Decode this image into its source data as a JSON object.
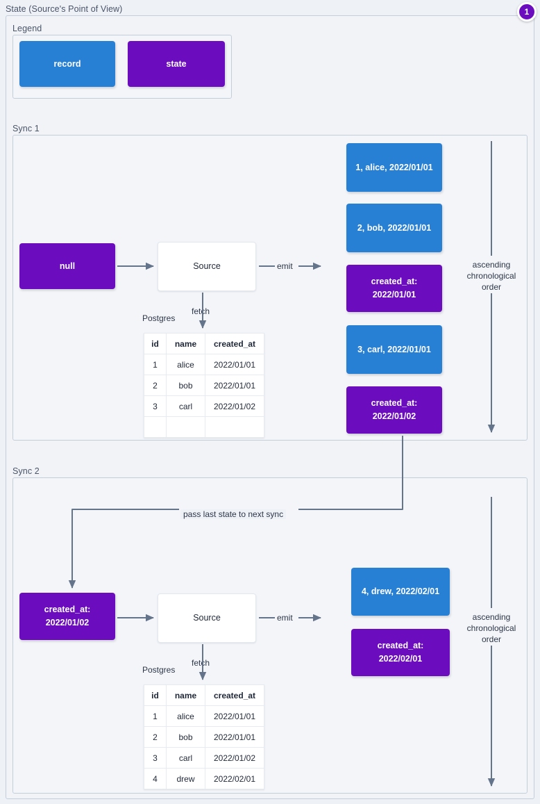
{
  "diagram": {
    "title": "State (Source's Point of View)",
    "badge": "1"
  },
  "legend": {
    "label": "Legend",
    "items": [
      {
        "label": "record",
        "kind": "record",
        "color": "#2880d5"
      },
      {
        "label": "state",
        "kind": "state",
        "color": "#6b0dbf"
      }
    ]
  },
  "sync1": {
    "label": "Sync 1",
    "input_state": "null",
    "source_label": "Source",
    "fetch_label": "fetch",
    "emit_label": "emit",
    "db_label": "Postgres",
    "order_note": "ascending chronological order",
    "table": {
      "columns": [
        "id",
        "name",
        "created_at"
      ],
      "rows": [
        [
          "1",
          "alice",
          "2022/01/01"
        ],
        [
          "2",
          "bob",
          "2022/01/01"
        ],
        [
          "3",
          "carl",
          "2022/01/02"
        ],
        [
          "",
          "",
          ""
        ]
      ]
    },
    "emitted": [
      {
        "kind": "record",
        "text": "1, alice, 2022/01/01"
      },
      {
        "kind": "record",
        "text": "2, bob, 2022/01/01"
      },
      {
        "kind": "state",
        "line1": "created_at:",
        "line2": "2022/01/01"
      },
      {
        "kind": "record",
        "text": "3, carl, 2022/01/01"
      },
      {
        "kind": "state",
        "line1": "created_at:",
        "line2": "2022/01/02"
      }
    ]
  },
  "sync2": {
    "label": "Sync 2",
    "pass_state_label": "pass last state to next sync",
    "input_state_line1": "created_at:",
    "input_state_line2": "2022/01/02",
    "source_label": "Source",
    "fetch_label": "fetch",
    "emit_label": "emit",
    "db_label": "Postgres",
    "order_note": "ascending chronological order",
    "table": {
      "columns": [
        "id",
        "name",
        "created_at"
      ],
      "rows": [
        [
          "1",
          "alice",
          "2022/01/01"
        ],
        [
          "2",
          "bob",
          "2022/01/01"
        ],
        [
          "3",
          "carl",
          "2022/01/02"
        ],
        [
          "4",
          "drew",
          "2022/02/01"
        ]
      ]
    },
    "emitted": [
      {
        "kind": "record",
        "text": "4, drew, 2022/02/01"
      },
      {
        "kind": "state",
        "line1": "created_at:",
        "line2": "2022/02/01"
      }
    ]
  },
  "colors": {
    "record": "#2880d5",
    "state": "#6b0dbf",
    "connector": "#64748b",
    "frame": "#c3cedb",
    "background": "#eef1f6"
  }
}
